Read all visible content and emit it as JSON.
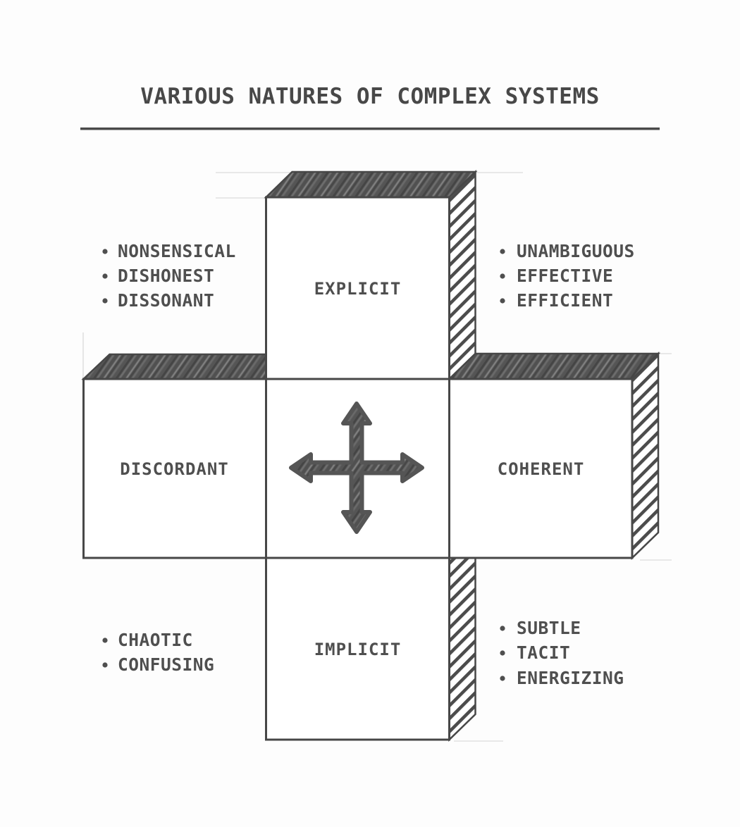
{
  "title": "VARIOUS NATURES OF COMPLEX SYSTEMS",
  "diagram": {
    "boxes": {
      "top": {
        "label": "EXPLICIT"
      },
      "left": {
        "label": "DISCORDANT"
      },
      "center": {
        "icon": "four-way-arrow-icon"
      },
      "right": {
        "label": "COHERENT"
      },
      "bottom": {
        "label": "IMPLICIT"
      }
    },
    "lists": {
      "top_left": {
        "items": [
          "NONSENSICAL",
          "DISHONEST",
          "DISSONANT"
        ]
      },
      "top_right": {
        "items": [
          "UNAMBIGUOUS",
          "EFFECTIVE",
          "EFFICIENT"
        ]
      },
      "bottom_left": {
        "items": [
          "CHAOTIC",
          "CONFUSING"
        ]
      },
      "bottom_right": {
        "items": [
          "SUBTLE",
          "TACIT",
          "ENERGIZING"
        ]
      }
    }
  },
  "colors": {
    "ink": "#474747",
    "text": "#4f4f4f",
    "scribble_fill": "#5d5d5d",
    "hatch_stripe": "#4c4c4c",
    "background": "#fdfdfd",
    "faint_line": "#e4e4e4"
  }
}
